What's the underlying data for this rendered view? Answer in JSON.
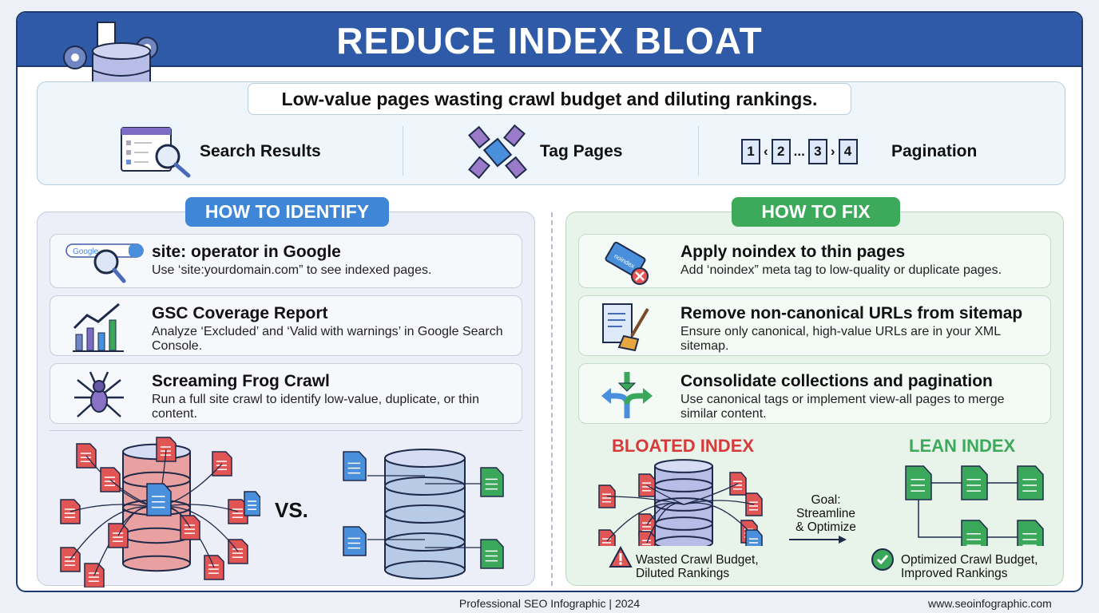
{
  "header": {
    "title": "REDUCE INDEX BLOAT"
  },
  "summary": {
    "subtitle": "Low-value pages wasting crawl budget and diluting rankings.",
    "page_types": [
      {
        "label": "Search Results",
        "icon": "search-results-icon"
      },
      {
        "label": "Tag Pages",
        "icon": "tags-icon"
      },
      {
        "label": "Pagination",
        "icon": "pagination-icon",
        "pages": [
          "1",
          "2",
          "...",
          "3",
          "4"
        ]
      }
    ]
  },
  "identify": {
    "badge": "HOW TO IDENTIFY",
    "items": [
      {
        "title": "site: operator in Google",
        "desc": "Use ‘site:yourdomain.com” to see indexed pages.",
        "icon": "google-search-icon",
        "logo_text": "Google"
      },
      {
        "title": "GSC Coverage Report",
        "desc": "Analyze ‘Excluded’ and ‘Valid with warnings’ in Google Search Console.",
        "icon": "bar-chart-trend-icon"
      },
      {
        "title": "Screaming Frog Crawl",
        "desc": "Run a full site crawl to identify low-value, duplicate, or thin content.",
        "icon": "spider-icon"
      }
    ],
    "vs_label": "VS."
  },
  "fix": {
    "badge": "HOW TO FIX",
    "items": [
      {
        "title": "Apply noindex to thin pages",
        "desc": "Add ‘noindex” meta tag to low-quality or duplicate pages.",
        "icon": "noindex-tag-icon",
        "tag_text": "noindex"
      },
      {
        "title": "Remove non-canonical URLs from sitemap",
        "desc": "Ensure only canonical, high-value URLs are in your XML sitemap.",
        "icon": "sitemap-broom-icon"
      },
      {
        "title": "Consolidate collections and pagination",
        "desc": "Use canonical tags or implement view-all pages to merge similar content.",
        "icon": "merge-arrows-icon"
      }
    ],
    "bloated": {
      "title": "BLOATED INDEX",
      "caption_1": "Wasted Crawl Budget,",
      "caption_2": "Diluted Rankings"
    },
    "goal": {
      "line_1": "Goal:",
      "line_2": "Streamline",
      "line_3": "& Optimize"
    },
    "lean": {
      "title": "LEAN INDEX",
      "caption_1": "Optimized Crawl Budget,",
      "caption_2": "Improved Rankings"
    }
  },
  "footer": {
    "credit": "Professional SEO Infographic | 2024",
    "url": "www.seoinfographic.com"
  },
  "colors": {
    "header": "#2f5aa8",
    "identify": "#3f86d6",
    "fix": "#3da95a",
    "bloated": "#d63a3a",
    "lean": "#3da95a",
    "doc_red": "#e25555",
    "doc_blue": "#4a8fdc",
    "doc_green": "#3aa75a",
    "db": "#aab6e6"
  }
}
